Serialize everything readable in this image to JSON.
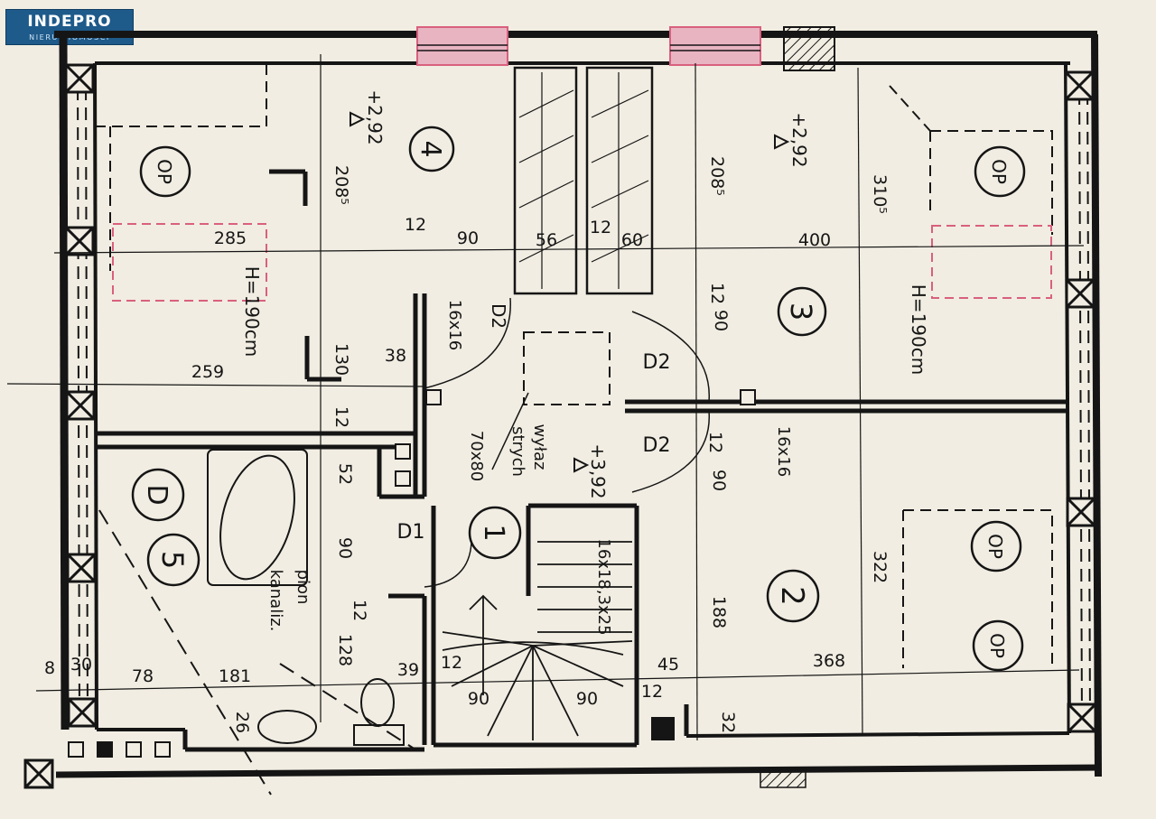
{
  "logo": {
    "name": "INDEPRO",
    "tagline": "NIERUCHOMOŚCI",
    "color": "#1e5a8a"
  },
  "colors": {
    "paper": "#f1ede2",
    "ink": "#151515",
    "highlight": "#d9607e"
  },
  "rooms": [
    {
      "number": "4",
      "level": "+2,92"
    },
    {
      "number": "3",
      "level": "+2,92"
    },
    {
      "number": "2"
    },
    {
      "number": "1",
      "level": "+3,92"
    },
    {
      "number": "5",
      "tag": "D"
    }
  ],
  "ceiling_height": "H=190cm",
  "wardrobe_tag": "OP",
  "doors": [
    "D2",
    "D2",
    "D2",
    "D1"
  ],
  "ventilation": [
    "16x16",
    "16x16"
  ],
  "attic_exit": [
    "wyłaz",
    "strych",
    "70x80"
  ],
  "drain_stack": [
    "pion",
    "kanaliz."
  ],
  "stair_spec": "16x18,3x25",
  "dimensions": [
    "285",
    "259",
    "208⁵",
    "208⁵",
    "310⁵",
    "12",
    "90",
    "56",
    "12",
    "60",
    "400",
    "130",
    "38",
    "12",
    "52",
    "90",
    "12",
    "128",
    "12",
    "90",
    "12",
    "90",
    "188",
    "322",
    "368",
    "45",
    "12",
    "32",
    "39",
    "12",
    "90",
    "90",
    "8",
    "30",
    "78",
    "181",
    "26"
  ]
}
